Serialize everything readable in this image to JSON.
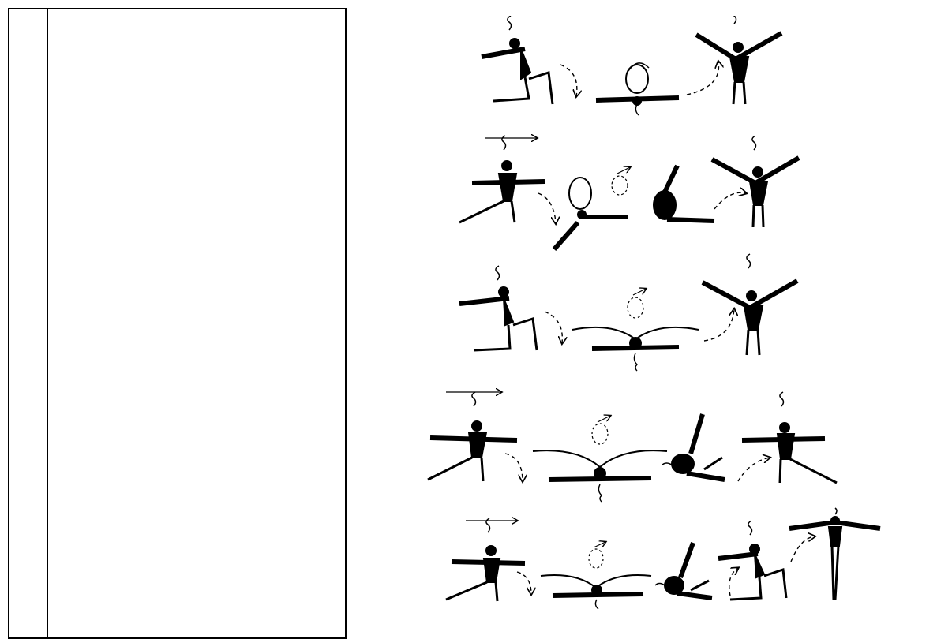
{
  "table": {
    "col1_text": "",
    "col2_text": ""
  },
  "figure": {
    "rows": [
      {
        "icons": [
          "kneel-lunge-figure",
          "dashed-arrow",
          "split-bend-back-figure",
          "dashed-arrow",
          "kneel-arms-up-figure"
        ]
      },
      {
        "icons": [
          "direction-arrow",
          "kneel-arms-side-figure",
          "dashed-arrow",
          "split-roll-figure",
          "rotation-icon",
          "leg-raise-figure",
          "dashed-arrow",
          "kneel-arms-up-figure"
        ]
      },
      {
        "icons": [
          "kneel-lunge-figure",
          "dashed-arrow",
          "rotation-icon",
          "split-arms-out-figure",
          "dashed-arrow",
          "kneel-arms-up-figure"
        ]
      },
      {
        "icons": [
          "direction-arrow",
          "kneel-arms-side-figure",
          "dashed-arrow",
          "rotation-icon",
          "split-arms-out-figure",
          "leg-raise-figure",
          "dashed-arrow",
          "kneel-arms-side-figure"
        ]
      },
      {
        "icons": [
          "direction-arrow",
          "kneel-arms-side-figure",
          "dashed-arrow",
          "rotation-icon",
          "split-arms-out-figure",
          "leg-raise-figure",
          "kneel-lunge-figure",
          "dashed-arrow",
          "standing-arms-side-figure"
        ]
      }
    ]
  }
}
